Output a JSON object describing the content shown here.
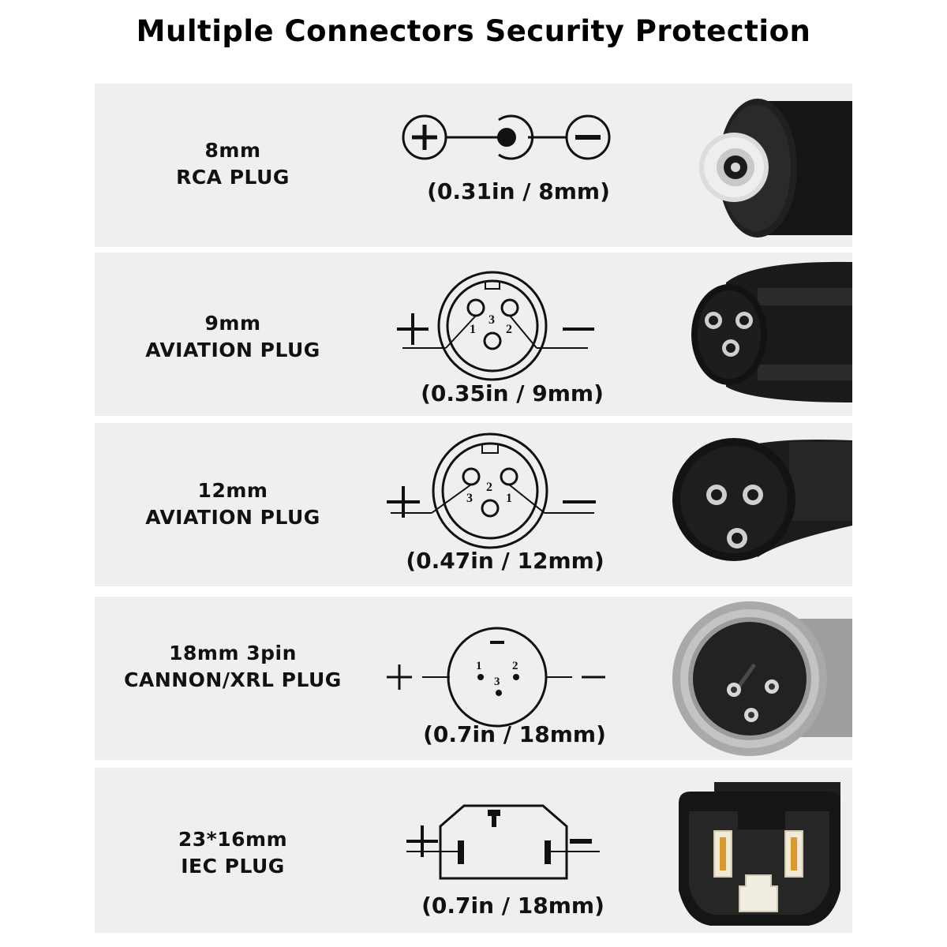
{
  "title": "Multiple Connectors Security Protection",
  "connectors": [
    {
      "size": "8mm",
      "name": "RCA PLUG",
      "dimension": "(0.31in / 8mm)"
    },
    {
      "size": "9mm",
      "name": "AVIATION PLUG",
      "dimension": "(0.35in / 9mm)",
      "pins": [
        "1",
        "3",
        "2"
      ]
    },
    {
      "size": "12mm",
      "name": "AVIATION PLUG",
      "dimension": "(0.47in / 12mm)",
      "pins": [
        "3",
        "2",
        "1"
      ]
    },
    {
      "size": "18mm 3pin",
      "name": "CANNON/XRL PLUG",
      "dimension": "(0.7in / 18mm)",
      "pins": [
        "1",
        "3",
        "2"
      ]
    },
    {
      "size": "23*16mm",
      "name": "IEC PLUG",
      "dimension": "(0.7in / 18mm)"
    }
  ],
  "icons": [
    "plus-icon",
    "minus-icon",
    "rca-polarity-diagram",
    "aviation-3pin-diagram",
    "xlr-3pin-diagram",
    "iec-c13-diagram"
  ],
  "colors": {
    "panel": "#efefef",
    "ink": "#111111",
    "connector_black": "#1a1a1a",
    "xlr_silver": "#b5b5b5"
  }
}
